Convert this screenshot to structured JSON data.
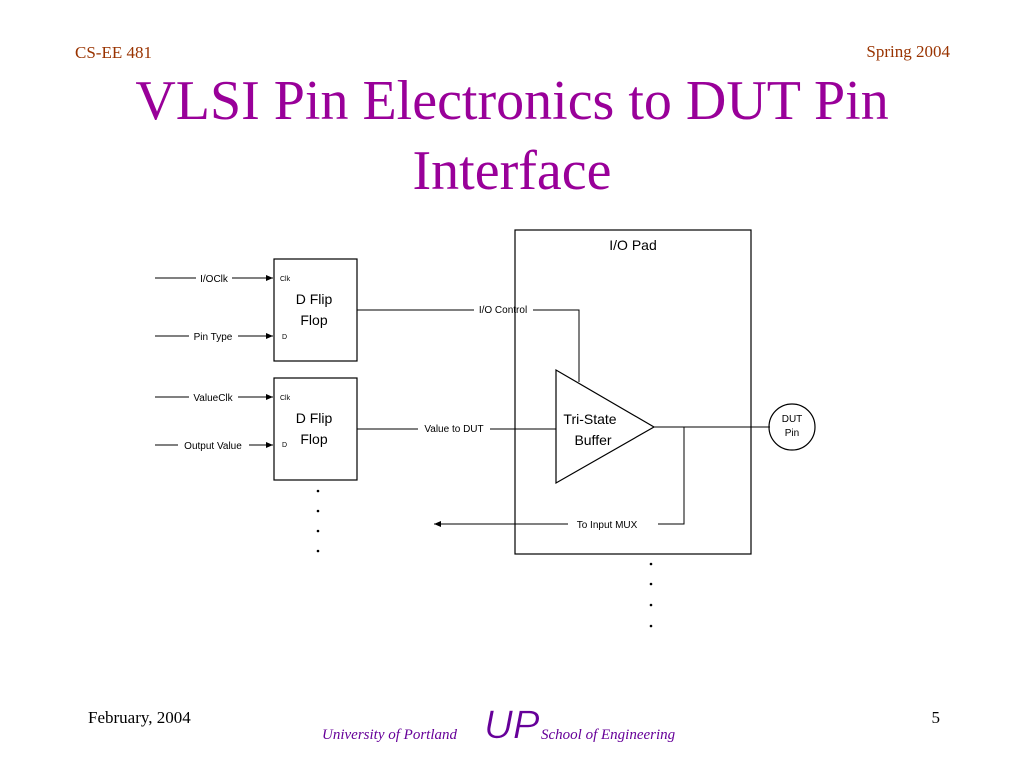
{
  "header": {
    "left": "CS-EE 481",
    "right": "Spring 2004"
  },
  "title": {
    "line1": "VLSI Pin Electronics to DUT Pin",
    "line2": "Interface"
  },
  "diagram": {
    "io_pad_label": "I/O Pad",
    "flip_flop_1": {
      "label_line1": "D Flip",
      "label_line2": "Flop",
      "clk_port": "Clk",
      "d_port": "D"
    },
    "flip_flop_2": {
      "label_line1": "D Flip",
      "label_line2": "Flop",
      "clk_port": "Clk",
      "d_port": "D"
    },
    "signals": {
      "io_clk": "I/OClk",
      "pin_type": "Pin Type",
      "value_clk": "ValueClk",
      "output_value": "Output Value",
      "io_control": "I/O Control",
      "value_to_dut": "Value to DUT",
      "to_input_mux": "To Input MUX"
    },
    "buffer": {
      "label_line1": "Tri-State",
      "label_line2": "Buffer"
    },
    "dut_pin": {
      "label_line1": "DUT",
      "label_line2": "Pin"
    }
  },
  "footer": {
    "date": "February, 2004",
    "page": "5",
    "university": "University of Portland",
    "school": "School of Engineering",
    "logo_text": "UP"
  },
  "colors": {
    "header": "#993300",
    "title": "#990099",
    "footer_text": "#660099"
  }
}
